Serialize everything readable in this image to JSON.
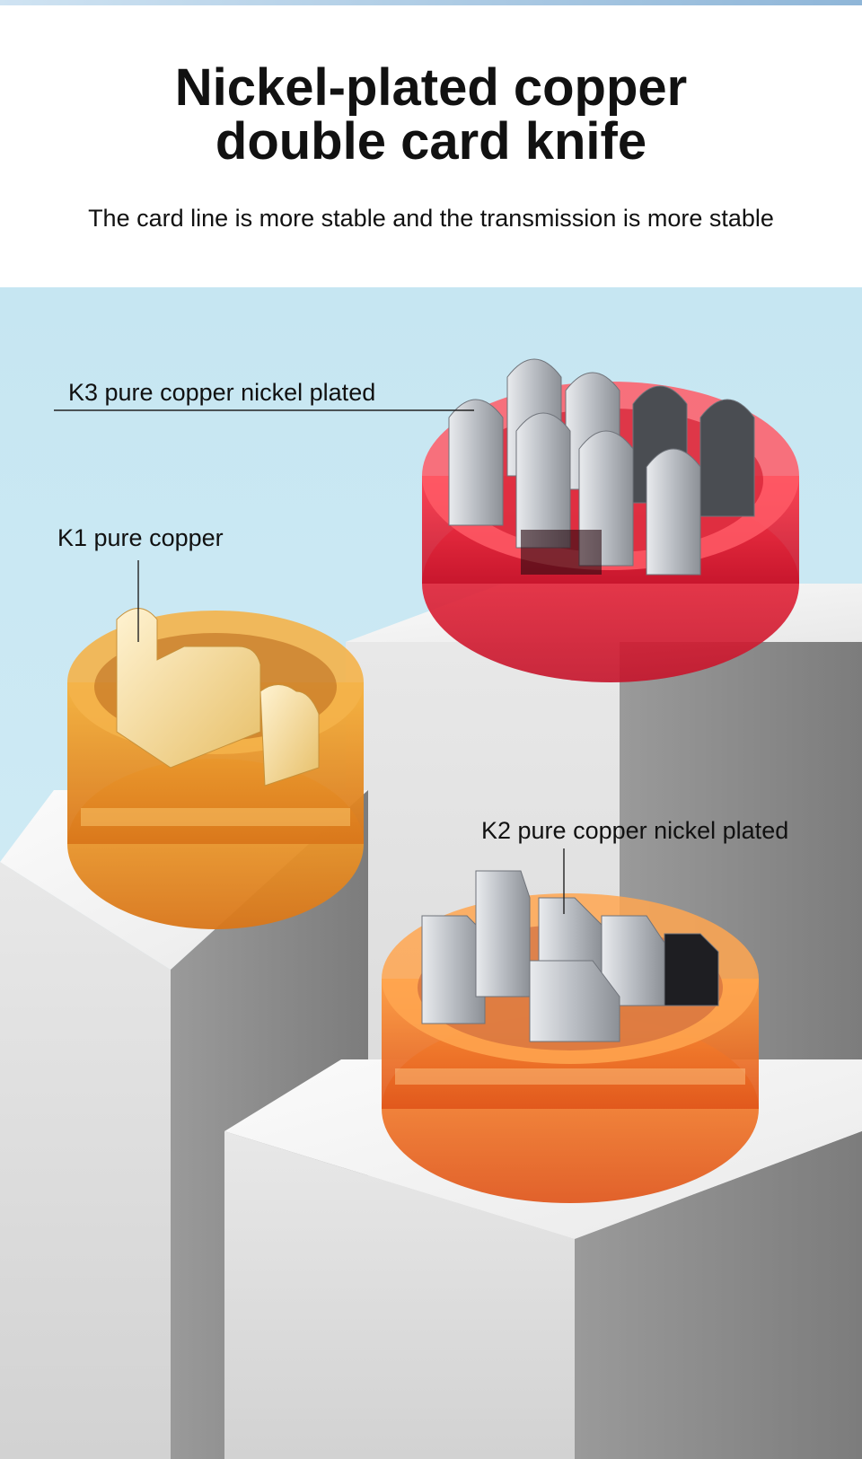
{
  "header": {
    "title_line1": "Nickel-plated copper",
    "title_line2": "double card knife",
    "subtitle": "The card line is more stable and the transmission is more stable"
  },
  "callouts": {
    "k3": "K3 pure copper nickel plated",
    "k1": "K1 pure copper",
    "k2": "K2 pure copper nickel plated"
  },
  "colors": {
    "sky": "#c9e8f3",
    "pedestal_light": "#f2f2f2",
    "pedestal_shadow": "#8a8a8a",
    "k3_module": "#e6283a",
    "k1_module": "#e6901a",
    "k2_module": "#f07a1e",
    "blade_nickel": "#c8cbd0",
    "blade_copper": "#f1d79a"
  }
}
